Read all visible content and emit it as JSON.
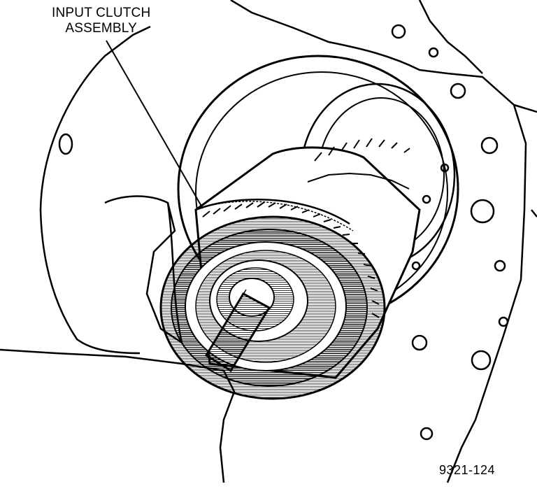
{
  "callout": {
    "line1": "INPUT CLUTCH",
    "line2": "ASSEMBLY"
  },
  "figure_id": "9321-124",
  "colors": {
    "ink": "#000000",
    "paper": "#ffffff"
  }
}
